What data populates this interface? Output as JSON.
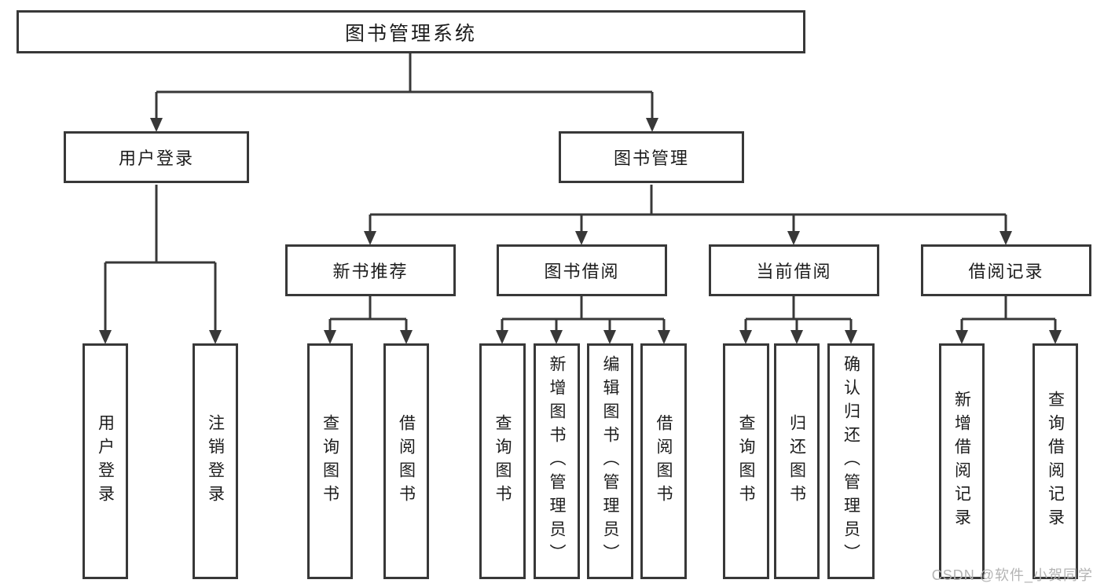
{
  "tree": {
    "label": "图书管理系统",
    "children": [
      {
        "label": "用户登录",
        "children": [
          {
            "label": "用户登录"
          },
          {
            "label": "注销登录"
          }
        ]
      },
      {
        "label": "图书管理",
        "children": [
          {
            "label": "新书推荐",
            "children": [
              {
                "label": "查询图书"
              },
              {
                "label": "借阅图书"
              }
            ]
          },
          {
            "label": "图书借阅",
            "children": [
              {
                "label": "查询图书"
              },
              {
                "label": "新增图书（管理员）"
              },
              {
                "label": "编辑图书（管理员）"
              },
              {
                "label": "借阅图书"
              }
            ]
          },
          {
            "label": "当前借阅",
            "children": [
              {
                "label": "查询图书"
              },
              {
                "label": "归还图书"
              },
              {
                "label": "确认归还（管理员）"
              }
            ]
          },
          {
            "label": "借阅记录",
            "children": [
              {
                "label": "新增借阅记录"
              },
              {
                "label": "查询借阅记录"
              }
            ]
          }
        ]
      }
    ]
  },
  "watermark": {
    "text": "CSDN @软件_小贺同学"
  },
  "colors": {
    "line": "#383838",
    "box_border": "#383838",
    "text": "#1c1c1c",
    "watermark": "#b3b3b3",
    "background": "#ffffff"
  }
}
